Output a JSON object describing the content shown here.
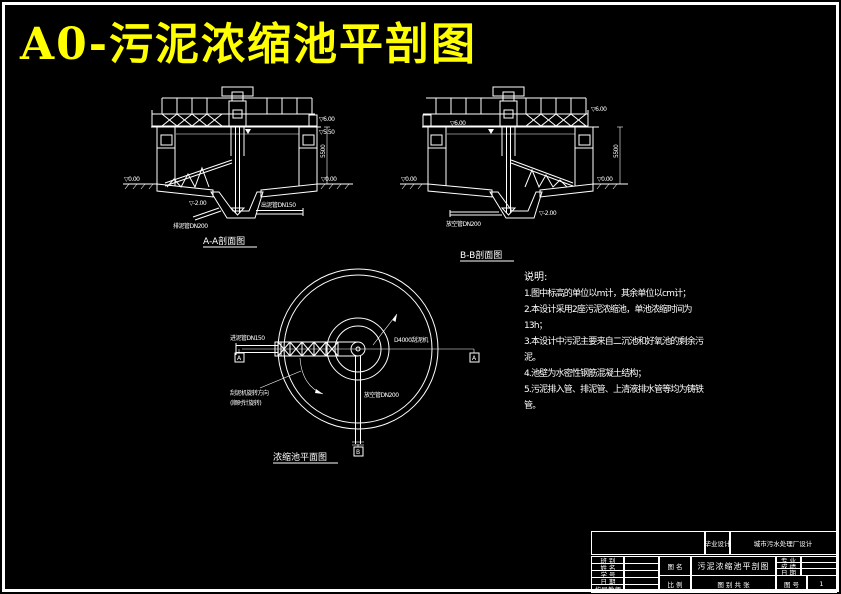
{
  "window": {
    "title": "A0-污泥浓缩池平剖图"
  },
  "colors": {
    "background": "#000000",
    "line": "#ffffff",
    "title_text": "#ffff00"
  },
  "section_aa": {
    "caption": "A-A剖面图",
    "labels": {
      "elev_top": "▽6.00",
      "elev_water": "▽5.50",
      "elev_ground_left": "▽0.00",
      "elev_ground_right": "▽0.00",
      "elev_pit": "▽-2.00",
      "pipe_out": "出泥管DN150",
      "pipe_mud": "排泥管DN200",
      "dim_right": "5500"
    }
  },
  "section_bb": {
    "caption": "B-B剖面图",
    "labels": {
      "elev_top_left": "▽6.00",
      "elev_top_right": "▽6.00",
      "elev_ground_left": "▽0.00",
      "elev_ground_right": "▽0.00",
      "elev_pit": "▽-2.00",
      "pipe_drain": "放空管DN200",
      "dim_right": "5500"
    }
  },
  "plan": {
    "caption": "浓缩池平面图",
    "labels": {
      "pipe_inlet": "进泥管DN150",
      "scraper": "D4000刮泥机",
      "pipe_drain": "放空管DN200",
      "rotation_line1": "刮泥机旋转方向",
      "rotation_line2": "(顺时针旋转)",
      "marker_a_left": "A",
      "marker_a_right": "A",
      "marker_b": "B"
    }
  },
  "notes": {
    "heading": "说明:",
    "lines": [
      "1.图中标高的单位以m计，其余单位以cm计；",
      "2.本设计采用2座污泥浓缩池，单池浓缩时间为",
      "13h；",
      "3.本设计中污泥主要来自二沉池和好氧池的剩余污",
      "泥。",
      "4.池壁为水密性钢筋混凝土结构；",
      "5.污泥排入管、排泥管、上清液排水管等均为铸铁",
      "管。"
    ]
  },
  "titleblock": {
    "unit_label": "毕业设计",
    "project": "城市污水处理厂设计",
    "left_rows": [
      "班 别",
      "姓 名",
      "学 号",
      "日 期",
      "指导教师"
    ],
    "drawing_name_label": "图 名",
    "drawing_name": "污泥浓缩池平剖图",
    "right_rows": [
      "专 业",
      "成 绩",
      "日 期"
    ],
    "scale_label": "比 例",
    "sheet_label": "图 别   共   张",
    "no_label": "图 号",
    "no_value": "1"
  }
}
